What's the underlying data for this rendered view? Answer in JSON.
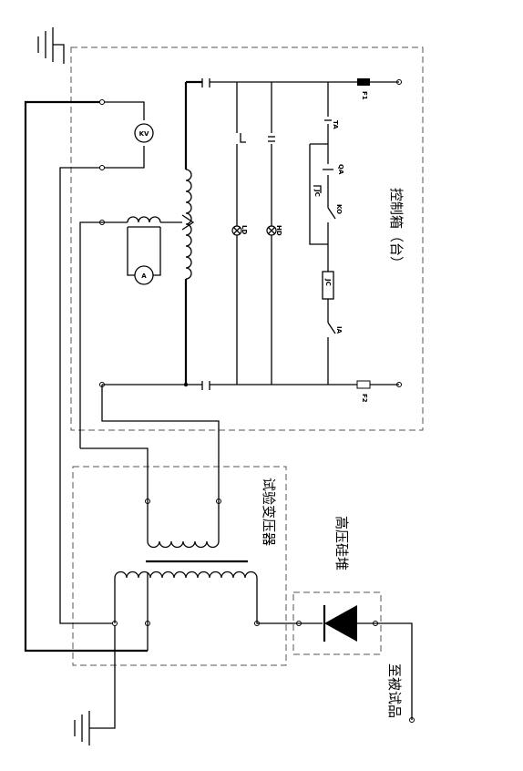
{
  "labels": {
    "control_box": "控制箱（台）",
    "test_transformer": "试验变压器",
    "hv_silicon_stack": "高压硅堆",
    "to_test_object": "至被试品"
  },
  "components": {
    "fuse_1": "F1",
    "fuse_2": "F2",
    "switch_ta": "TA",
    "switch_qa": "QA",
    "contact_jc_1": "JC",
    "switch_ko": "KO",
    "coil_jc": "JC",
    "switch_ia": "IA",
    "lamp_ld": "LD",
    "lamp_hd": "HD",
    "voltmeter": "KV",
    "ammeter": "A"
  }
}
